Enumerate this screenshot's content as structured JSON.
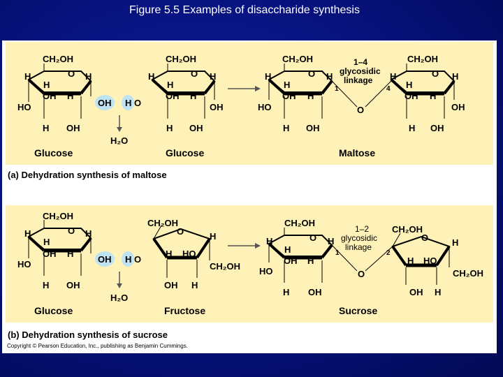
{
  "slide": {
    "title": "Figure 5.5  Examples of disaccharide synthesis"
  },
  "colors": {
    "panel": "#fff2b8",
    "ring_edge": "#000000",
    "arrow": "#555555",
    "highlight": "#bfe3f2"
  },
  "panel_a": {
    "caption": "(a) Dehydration synthesis of maltose",
    "names": [
      "Glucose",
      "Glucose",
      "Maltose"
    ],
    "water": "H₂O",
    "bond": {
      "title": "1–4",
      "line1": "glycosidic",
      "line2": "linkage",
      "left_num": "1",
      "right_num": "4"
    },
    "reactive": {
      "oh": "OH",
      "h": "H",
      "o": "O"
    },
    "labels": {
      "ch2oh": "CH₂OH",
      "h": "H",
      "oh": "OH",
      "o": "O",
      "ho": "HO"
    }
  },
  "panel_b": {
    "caption": "(b) Dehydration synthesis of sucrose",
    "names": [
      "Glucose",
      "Fructose",
      "Sucrose"
    ],
    "water": "H₂O",
    "bond": {
      "title": "1–2",
      "line1": "glycosidic",
      "line2": "linkage",
      "left_num": "1",
      "right_num": "2"
    },
    "reactive": {
      "oh": "OH",
      "h": "H",
      "o": "O"
    },
    "labels": {
      "ch2oh": "CH₂OH",
      "h": "H",
      "oh": "OH",
      "o": "O",
      "ho": "HO"
    }
  },
  "copyright": "Copyright © Pearson Education, Inc., publishing as Benjamin Cummings."
}
